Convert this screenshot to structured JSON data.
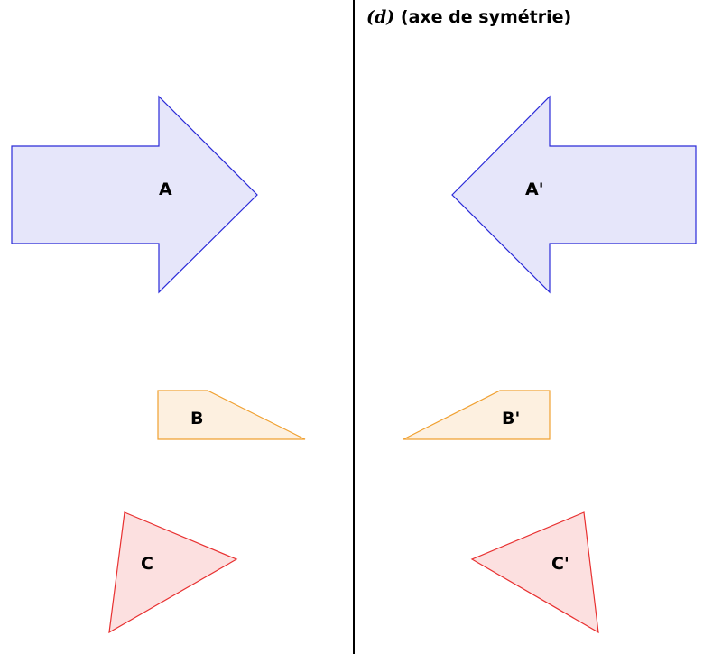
{
  "axis": {
    "name": "(d)",
    "caption": "(axe de symétrie)"
  },
  "shapes": [
    {
      "id": "arrow-a",
      "label": "A",
      "fill": "#e6e6fa",
      "stroke": "#2a2ad8"
    },
    {
      "id": "arrow-a-prime",
      "label": "A'",
      "fill": "#e6e6fa",
      "stroke": "#2a2ad8"
    },
    {
      "id": "trapezoid-b",
      "label": "B",
      "fill": "#fdf0e0",
      "stroke": "#f0a030"
    },
    {
      "id": "trapezoid-b-prime",
      "label": "B'",
      "fill": "#fdf0e0",
      "stroke": "#f0a030"
    },
    {
      "id": "triangle-c",
      "label": "C",
      "fill": "#fce0e0",
      "stroke": "#e83030"
    },
    {
      "id": "triangle-c-prime",
      "label": "C'",
      "fill": "#fce0e0",
      "stroke": "#e83030"
    }
  ]
}
